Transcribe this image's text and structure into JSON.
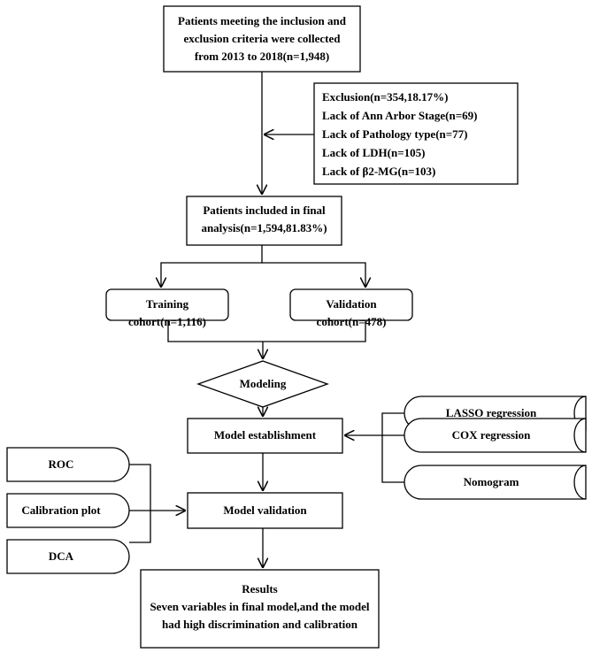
{
  "start": {
    "lines": [
      "Patients meeting the inclusion and",
      "exclusion criteria were collected",
      "from 2013 to 2018(n=1,948)"
    ]
  },
  "exclusion": {
    "lines": [
      "Exclusion(n=354,18.17%)",
      "Lack of Ann Arbor Stage(n=69)",
      "Lack of Pathology type(n=77)",
      "Lack of LDH(n=105)",
      "Lack of β2-MG(n=103)"
    ]
  },
  "included": {
    "lines": [
      "Patients included in final",
      "analysis(n=1,594,81.83%)"
    ]
  },
  "training": "Training cohort(n=1,116)",
  "validation_cohort": "Validation cohort(n=478)",
  "modeling": "Modeling",
  "establishment": "Model establishment",
  "methods": [
    "LASSO regression",
    "COX regression",
    "Nomogram"
  ],
  "model_validation": "Model validation",
  "validation_tools": [
    "ROC",
    "Calibration plot",
    "DCA"
  ],
  "results": {
    "lines": [
      "Results",
      "Seven variables in final model,and the model",
      "had high discrimination and calibration"
    ]
  }
}
